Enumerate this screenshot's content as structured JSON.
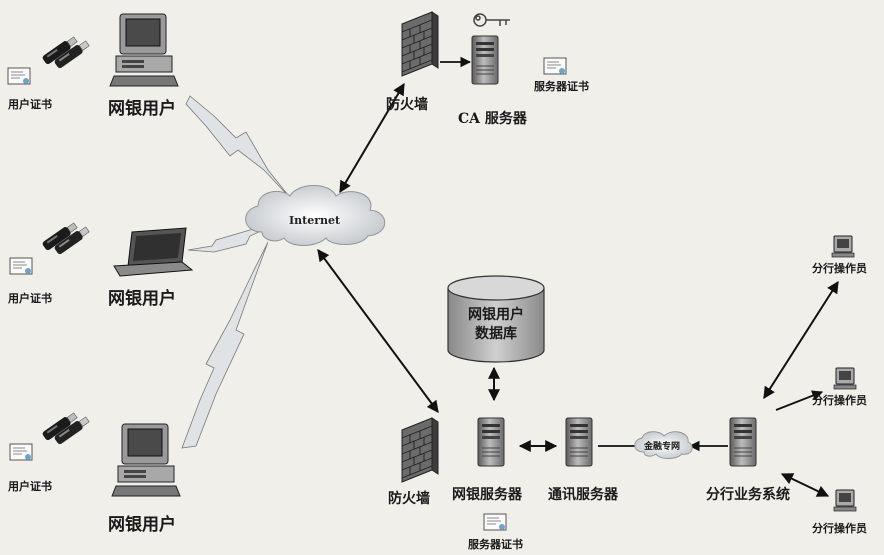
{
  "labels": {
    "user_cert_1": "用户证书",
    "user_1": "网银用户",
    "user_cert_2": "用户证书",
    "user_2": "网银用户",
    "user_cert_3": "用户证书",
    "user_3": "网银用户",
    "firewall_top": "防火墙",
    "ca_server": "CA 服务器",
    "server_cert_top": "服务器证书",
    "internet": "Internet",
    "database": "网银用户\n数据库",
    "firewall_bottom": "防火墙",
    "bank_server": "网银服务器",
    "comm_server": "通讯服务器",
    "server_cert_bottom": "服务器证书",
    "financial_net": "金融专网",
    "branch_system": "分行业务系统",
    "branch_op_1": "分行操作员",
    "branch_op_2": "分行操作员",
    "branch_op_3": "分行操作员"
  },
  "icons": [
    "usb-key-icon",
    "certificate-icon",
    "desktop-computer-icon",
    "laptop-icon",
    "firewall-icon",
    "key-icon",
    "server-icon",
    "cloud-icon",
    "database-icon",
    "terminal-icon",
    "lightning-link-icon",
    "double-arrow-icon"
  ]
}
